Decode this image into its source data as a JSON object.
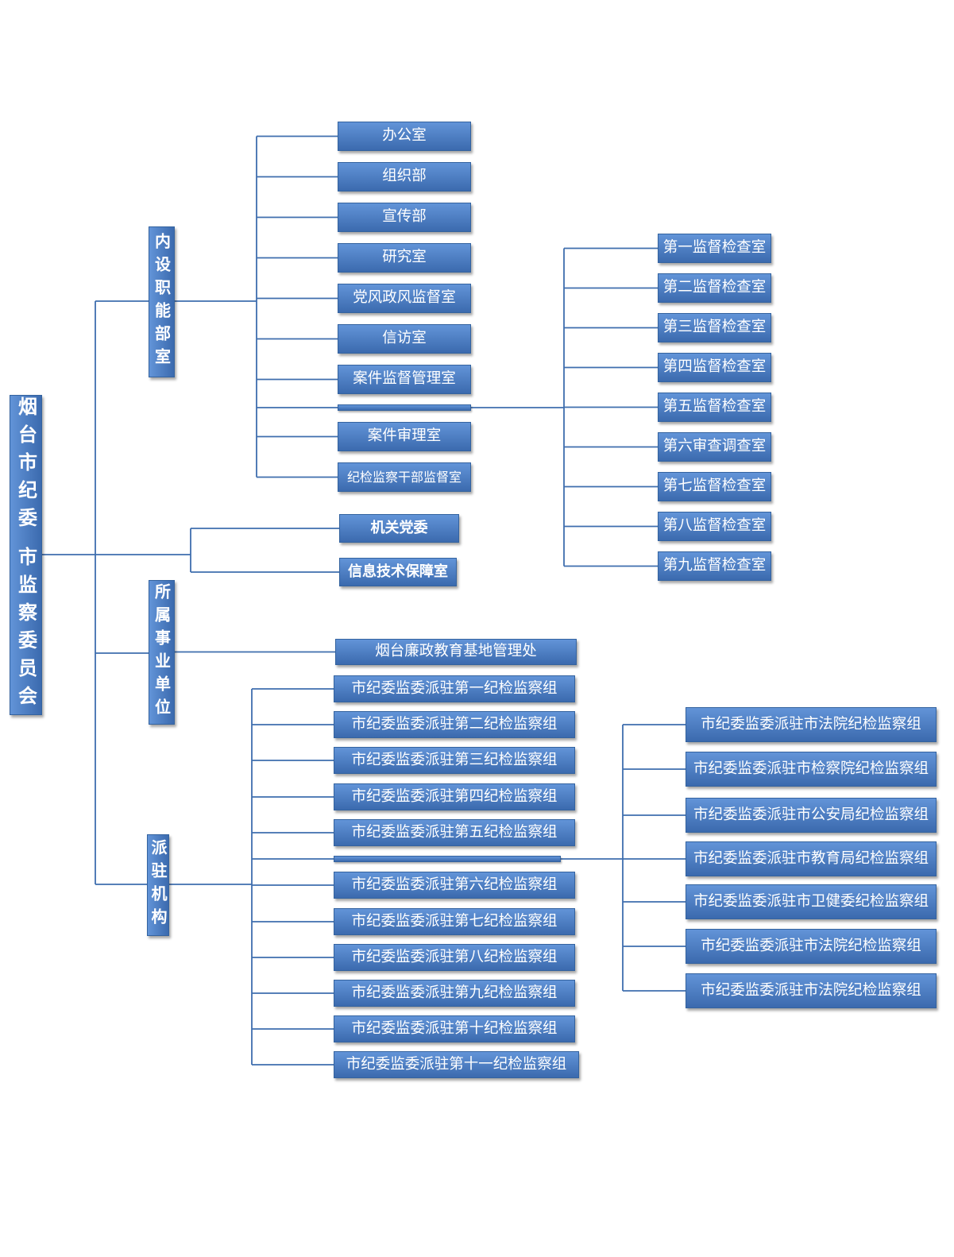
{
  "root": {
    "name_part1": "烟台市纪委",
    "name_part2": "市监察委员会"
  },
  "internal_departments": {
    "label": "内设职能部室",
    "items": [
      "办公室",
      "组织部",
      "宣传部",
      "研究室",
      "党风政风监督室",
      "信访室",
      "案件监督管理室",
      "案件审理室",
      "纪检监察干部监督室"
    ]
  },
  "supervision_rooms": {
    "items": [
      "第一监督检查室",
      "第二监督检查室",
      "第三监督检查室",
      "第四监督检查室",
      "第五监督检查室",
      "第六审查调查室",
      "第七监督检查室",
      "第八监督检查室",
      "第九监督检查室"
    ]
  },
  "direct_units": {
    "items": [
      "机关党委",
      "信息技术保障室"
    ]
  },
  "affiliated_units": {
    "label": "所属事业单位",
    "items": [
      "烟台廉政教育基地管理处"
    ]
  },
  "dispatched_agencies": {
    "label": "派驻机构",
    "items": [
      "市纪委监委派驻第一纪检监察组",
      "市纪委监委派驻第二纪检监察组",
      "市纪委监委派驻第三纪检监察组",
      "市纪委监委派驻第四纪检监察组",
      "市纪委监委派驻第五纪检监察组",
      "市纪委监委派驻第六纪检监察组",
      "市纪委监委派驻第七纪检监察组",
      "市纪委监委派驻第八纪检监察组",
      "市纪委监委派驻第九纪检监察组",
      "市纪委监委派驻第十纪检监察组",
      "市纪委监委派驻第十一纪检监察组"
    ]
  },
  "dispatched_to_bodies": {
    "items": [
      "市纪委监委派驻市法院纪检监察组",
      "市纪委监委派驻市检察院纪检监察组",
      "市纪委监委派驻市公安局纪检监察组",
      "市纪委监委派驻市教育局纪检监察组",
      "市纪委监委派驻市卫健委纪检监察组",
      "市纪委监委派驻市法院纪检监察组",
      "市纪委监委派驻市法院纪检监察组"
    ]
  },
  "colors": {
    "box_top": "#6294d8",
    "box_bottom": "#3b6aae",
    "line": "#3f6eae",
    "text": "#ffffff"
  }
}
